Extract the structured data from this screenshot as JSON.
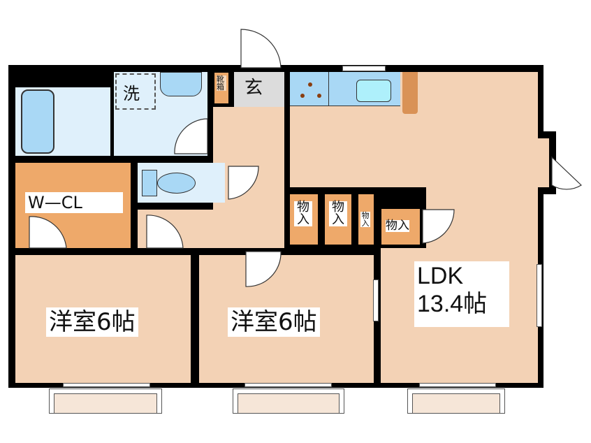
{
  "rooms": {
    "washroom": "洗",
    "entrance": "玄",
    "shoe_box": "靴箱",
    "walk_in_closet": "W—CL",
    "storage_1": "物入",
    "storage_2": "物入",
    "storage_3": "物入",
    "storage_4": "物入",
    "bedroom_1": "洋室6帖",
    "bedroom_2": "洋室6帖",
    "ldk_name": "LDK",
    "ldk_size": "13.4帖"
  },
  "colors": {
    "wall": "#000000",
    "floor": "#f3d2b5",
    "wet": "#dff0fb",
    "closet": "#eea96a",
    "fixture": "#a9d8f5"
  }
}
